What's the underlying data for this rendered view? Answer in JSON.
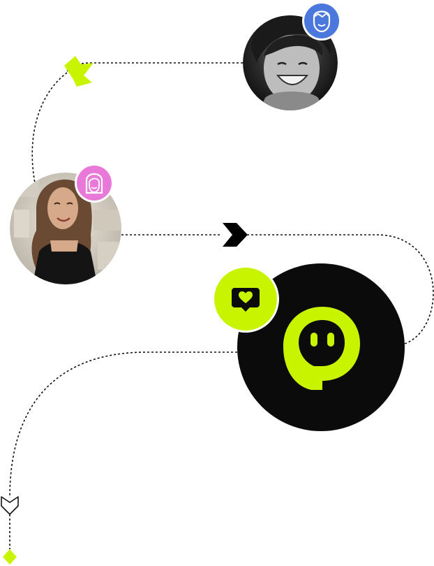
{
  "colors": {
    "background": "#ffffff",
    "accent_lime": "#c8f400",
    "dark": "#0b0b0b",
    "male_badge": "#4a78dc",
    "female_badge": "#e879d8",
    "connector": "#111111"
  },
  "nodes": {
    "male_user": {
      "photo": "smiling-man-avatar",
      "badge_icon": "male-user-icon"
    },
    "female_user": {
      "photo": "smiling-woman-avatar",
      "badge_icon": "female-user-icon"
    },
    "app": {
      "logo": "chat-bubble-face-logo",
      "badge_icon": "heart-message-icon"
    }
  },
  "markers": [
    "lime-hourglass-marker",
    "black-chevron-right-marker",
    "outline-chevron-down-marker",
    "lime-diamond-marker"
  ]
}
